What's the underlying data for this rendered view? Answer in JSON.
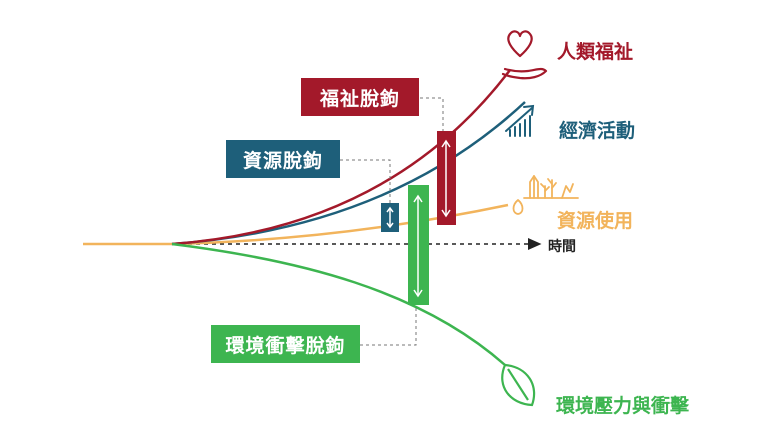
{
  "colors": {
    "wellbeing": "#a3192a",
    "economy": "#1e5f7a",
    "resource": "#f2b45c",
    "environment": "#3db550",
    "axis": "#222222"
  },
  "labels": {
    "wellbeing": "人類福祉",
    "economy": "經濟活動",
    "resource": "資源使用",
    "environment": "環境壓力與衝擊",
    "time": "時間"
  },
  "boxes": {
    "welfare_decoupling": "福祉脫鉤",
    "resource_decoupling": "資源脫鉤",
    "impact_decoupling": "環境衝擊脫鉤"
  },
  "icons": [
    "heart-hand-icon",
    "rising-bars-icon",
    "plant-sprout-icon",
    "leaf-icon"
  ]
}
